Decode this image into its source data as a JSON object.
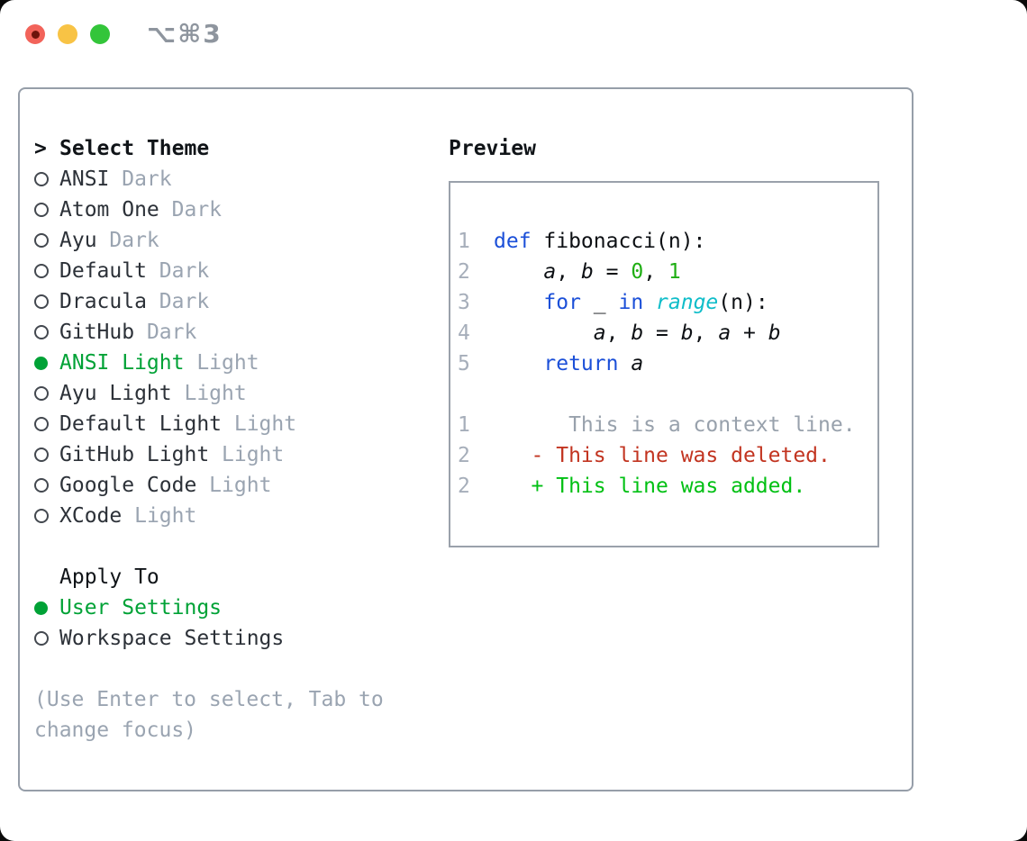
{
  "window": {
    "title": "⌥⌘3"
  },
  "theme_list": {
    "prompt": ">",
    "heading": "Select Theme",
    "items": [
      {
        "name": "ANSI",
        "variant": "Dark",
        "selected": false
      },
      {
        "name": "Atom One",
        "variant": "Dark",
        "selected": false
      },
      {
        "name": "Ayu",
        "variant": "Dark",
        "selected": false
      },
      {
        "name": "Default",
        "variant": "Dark",
        "selected": false
      },
      {
        "name": "Dracula",
        "variant": "Dark",
        "selected": false
      },
      {
        "name": "GitHub",
        "variant": "Dark",
        "selected": false
      },
      {
        "name": "ANSI Light",
        "variant": "Light",
        "selected": true
      },
      {
        "name": "Ayu Light",
        "variant": "Light",
        "selected": false
      },
      {
        "name": "Default Light",
        "variant": "Light",
        "selected": false
      },
      {
        "name": "GitHub Light",
        "variant": "Light",
        "selected": false
      },
      {
        "name": "Google Code",
        "variant": "Light",
        "selected": false
      },
      {
        "name": "XCode",
        "variant": "Light",
        "selected": false
      }
    ]
  },
  "apply_to": {
    "heading": "Apply To",
    "options": [
      {
        "label": "User Settings",
        "selected": true
      },
      {
        "label": "Workspace Settings",
        "selected": false
      }
    ]
  },
  "hint": {
    "line1": "(Use Enter to select, Tab to",
    "line2": "change focus)"
  },
  "preview": {
    "heading": "Preview",
    "lines": [
      {
        "num": "1",
        "tokens": [
          {
            "t": "def",
            "c": "kw"
          },
          {
            "t": " fibonacci(n):",
            "c": "plain"
          }
        ]
      },
      {
        "num": "2",
        "tokens": [
          {
            "t": "    ",
            "c": "plain"
          },
          {
            "t": "a",
            "c": "var"
          },
          {
            "t": ", ",
            "c": "plain"
          },
          {
            "t": "b",
            "c": "var"
          },
          {
            "t": " = ",
            "c": "plain"
          },
          {
            "t": "0",
            "c": "num"
          },
          {
            "t": ", ",
            "c": "plain"
          },
          {
            "t": "1",
            "c": "num"
          }
        ]
      },
      {
        "num": "3",
        "tokens": [
          {
            "t": "    ",
            "c": "plain"
          },
          {
            "t": "for",
            "c": "kw"
          },
          {
            "t": " _ ",
            "c": "plain"
          },
          {
            "t": "in",
            "c": "kw"
          },
          {
            "t": " ",
            "c": "plain"
          },
          {
            "t": "range",
            "c": "builtin"
          },
          {
            "t": "(n):",
            "c": "plain"
          }
        ]
      },
      {
        "num": "4",
        "tokens": [
          {
            "t": "        ",
            "c": "plain"
          },
          {
            "t": "a",
            "c": "var"
          },
          {
            "t": ", ",
            "c": "plain"
          },
          {
            "t": "b",
            "c": "var"
          },
          {
            "t": " = ",
            "c": "plain"
          },
          {
            "t": "b",
            "c": "var"
          },
          {
            "t": ", ",
            "c": "plain"
          },
          {
            "t": "a",
            "c": "var"
          },
          {
            "t": " + ",
            "c": "plain"
          },
          {
            "t": "b",
            "c": "var"
          }
        ]
      },
      {
        "num": "5",
        "tokens": [
          {
            "t": "    ",
            "c": "plain"
          },
          {
            "t": "return",
            "c": "kw"
          },
          {
            "t": " ",
            "c": "plain"
          },
          {
            "t": "a",
            "c": "var"
          }
        ]
      },
      {
        "num": "",
        "tokens": []
      },
      {
        "num": "1",
        "tokens": [
          {
            "t": "      This is a context line.",
            "c": "ctx"
          }
        ]
      },
      {
        "num": "2",
        "tokens": [
          {
            "t": "   - This line was deleted.",
            "c": "del"
          }
        ]
      },
      {
        "num": "2",
        "tokens": [
          {
            "t": "   + This line was added.",
            "c": "add"
          }
        ]
      }
    ]
  },
  "colors": {
    "accent_green": "#00a236",
    "keyword_blue": "#1b4fd8",
    "builtin_cyan": "#0fbdc9",
    "literal_green": "#1fae13",
    "deleted_red": "#c23420",
    "added_green": "#00c013",
    "context_gray": "#98a1ac",
    "muted_gray": "#9aa4b1",
    "line_number_gray": "#a6aeba",
    "border_gray": "#969ea9",
    "title_gray": "#8e959e",
    "traffic_red": "#f2635a",
    "traffic_yellow": "#f8c345",
    "traffic_green": "#33c53a"
  }
}
